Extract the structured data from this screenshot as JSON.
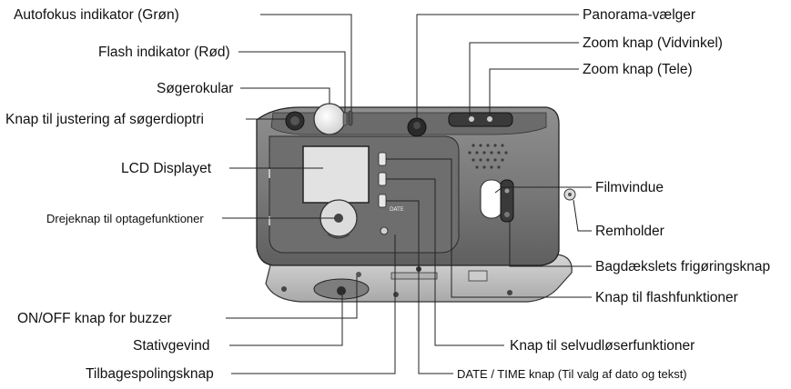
{
  "labels": {
    "autofocus": "Autofokus indikator (Grøn)",
    "flash_indicator": "Flash indikator (Rød)",
    "viewfinder": "Søgerokular",
    "diopter": "Knap til justering af søgerdioptri",
    "lcd": "LCD Displayet",
    "mode_dial": "Drejeknap til optagefunktioner",
    "buzzer": "ON/OFF knap for buzzer",
    "tripod": "Stativgevind",
    "rewind": "Tilbagespolingsknap",
    "panorama": "Panorama-vælger",
    "zoom_wide": "Zoom knap (Vidvinkel)",
    "zoom_tele": "Zoom knap (Tele)",
    "film_window": "Filmvindue",
    "strap": "Remholder",
    "back_release": "Bagdækslets frigøringsknap",
    "flash_mode": "Knap til flashfunktioner",
    "self_timer": "Knap til selvudløserfunktioner",
    "date_time": "DATE / TIME knap (Til valg af dato og tekst)"
  },
  "camera_marks": {
    "date": "DATE"
  }
}
